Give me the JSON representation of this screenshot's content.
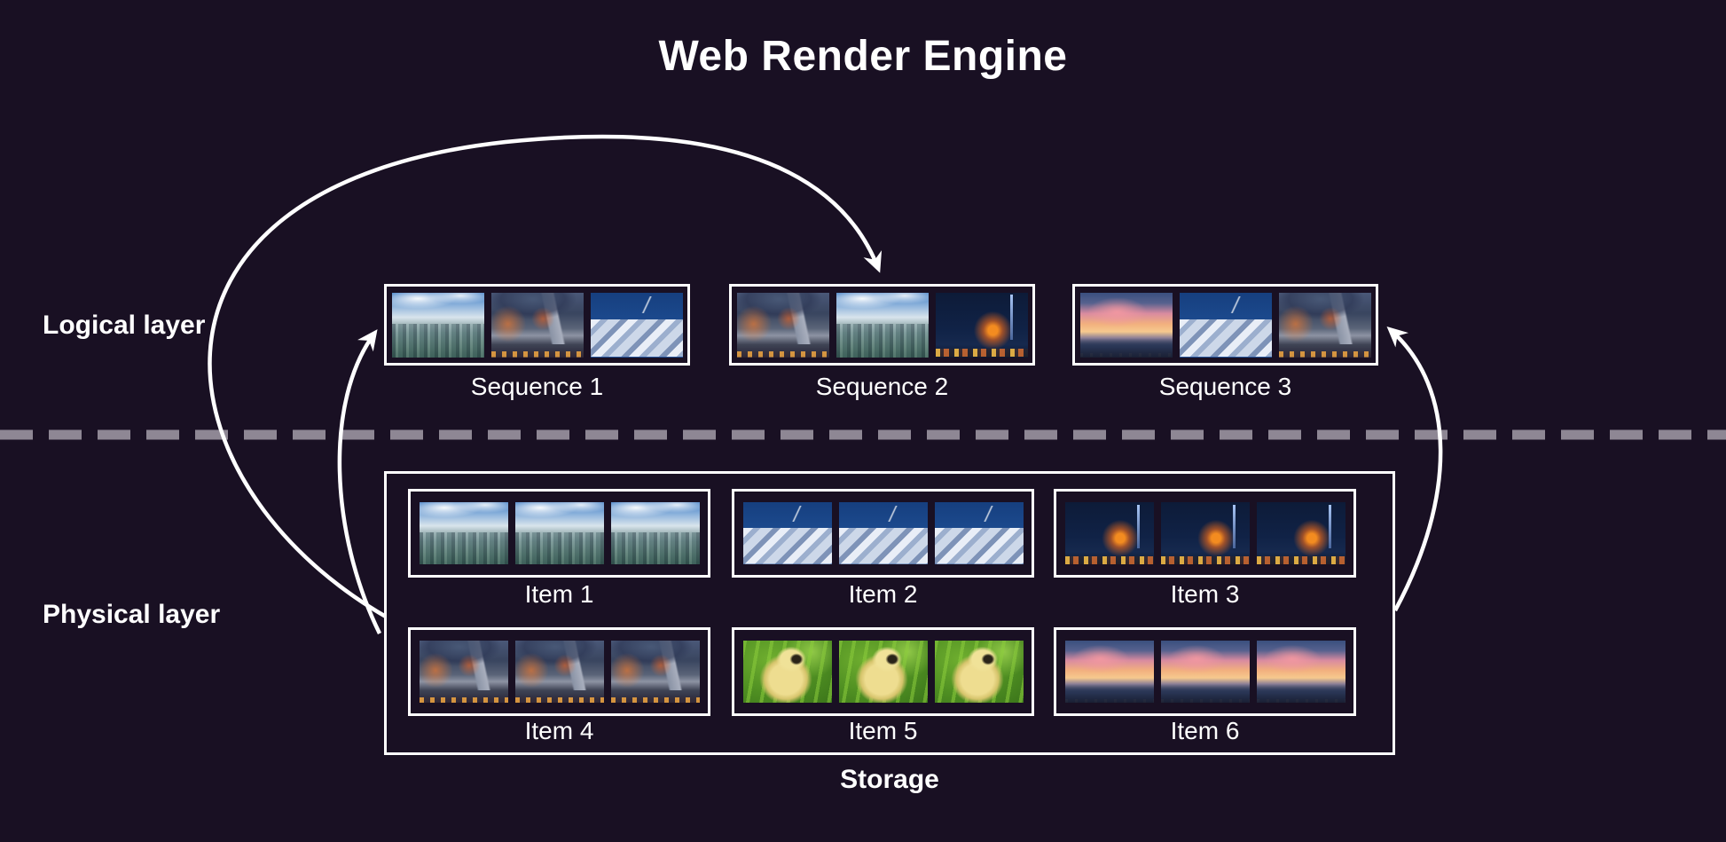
{
  "title": "Web Render Engine",
  "colors": {
    "background": "#191023",
    "box_border": "#ffffff",
    "text": "#ffffff",
    "arrow": "#ffffff",
    "divider_dash": "#8e8794"
  },
  "layers": {
    "logical": {
      "label": "Logical layer",
      "sequences": [
        {
          "label": "Sequence 1",
          "frames": [
            "city-day",
            "building-dusk",
            "mountain-night"
          ]
        },
        {
          "label": "Sequence 2",
          "frames": [
            "building-dusk",
            "city-day",
            "ferris-night"
          ]
        },
        {
          "label": "Sequence 3",
          "frames": [
            "sunset",
            "mountain-night",
            "building-dusk"
          ]
        }
      ]
    },
    "physical": {
      "label": "Physical layer",
      "storage": {
        "label": "Storage",
        "items": [
          {
            "label": "Item 1",
            "frames": [
              "city-day",
              "city-day",
              "city-day"
            ]
          },
          {
            "label": "Item 2",
            "frames": [
              "mountain-night",
              "mountain-night",
              "mountain-night"
            ]
          },
          {
            "label": "Item 3",
            "frames": [
              "ferris-night",
              "ferris-night",
              "ferris-night"
            ]
          },
          {
            "label": "Item 4",
            "frames": [
              "building-dusk",
              "building-dusk",
              "building-dusk"
            ]
          },
          {
            "label": "Item 5",
            "frames": [
              "duckling",
              "duckling",
              "duckling"
            ]
          },
          {
            "label": "Item 6",
            "frames": [
              "sunset",
              "sunset",
              "sunset"
            ]
          }
        ]
      }
    }
  },
  "connections": [
    {
      "from": "Storage",
      "to": "Sequence 2",
      "style": "curved-arrow"
    },
    {
      "from": "Storage",
      "to": "Sequence 1",
      "style": "curved-arrow"
    },
    {
      "from": "Storage",
      "to": "Sequence 3",
      "style": "curved-arrow"
    }
  ]
}
